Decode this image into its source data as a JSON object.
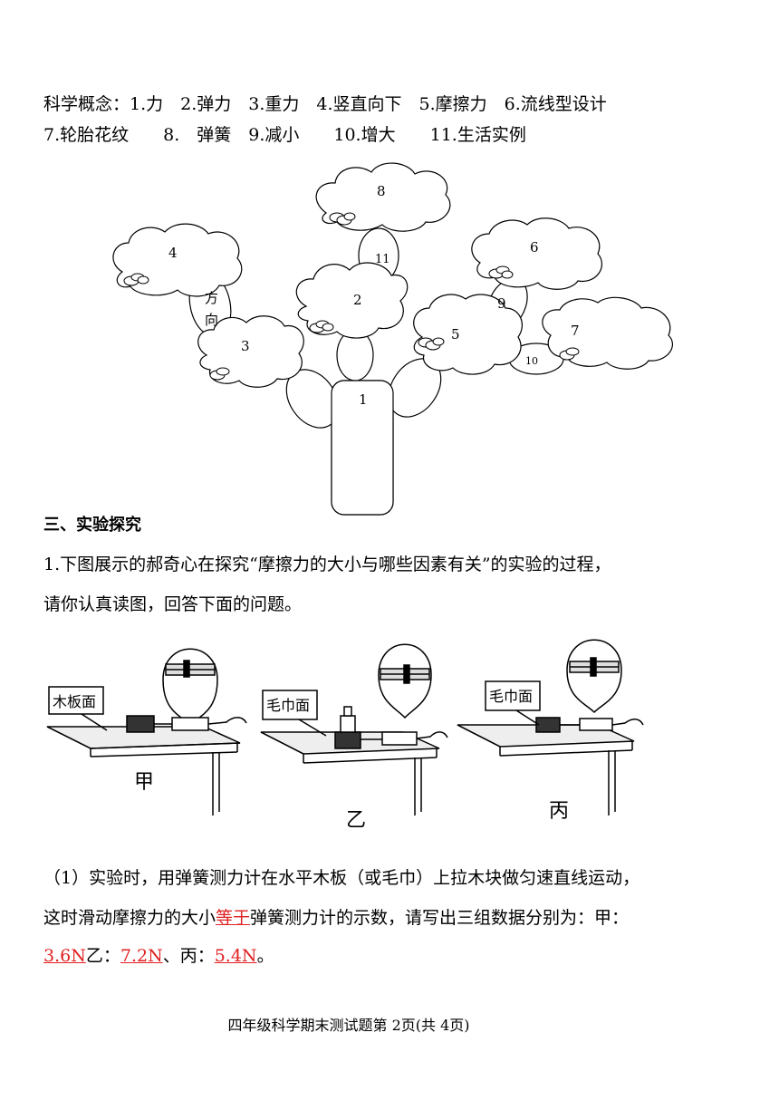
{
  "concepts": {
    "line1": "科学概念：1.力　2.弹力　3.重力　4.竖直向下　5.摩擦力　6.流线型设计",
    "line2": "7.轮胎花纹　　8.　弹簧　9.减小　　10.增大　　11.生活实例"
  },
  "tree": {
    "trunk": "1",
    "cloud2": "2",
    "cloud3": "3",
    "cloud4": "4",
    "cloud5": "5",
    "cloud6": "6",
    "cloud7": "7",
    "cloud8": "8",
    "link9": "9",
    "link10": "10",
    "link11": "11",
    "fangxiang_1": "方",
    "fangxiang_2": "向"
  },
  "section3": {
    "title": "三、实验探究",
    "q1_line1": "1.下图展示的郝奇心在探究“摩擦力的大小与哪些因素有关”的实验的过程，",
    "q1_line2": "请你认真读图，回答下面的问题。"
  },
  "figures": {
    "jia_surface": "木板面",
    "yi_surface": "毛巾面",
    "bing_surface": "毛巾面",
    "jia": "甲",
    "yi": "乙",
    "bing": "丙"
  },
  "answer": {
    "l1": "（1）实验时，用弹簧测力计在水平木板（或毛巾）上拉木块做匀速直线运动，",
    "l2_pre": "这时滑动摩擦力的大小",
    "l2_ans": "等于",
    "l2_post": "弹簧测力计的示数，请写出三组数据分别为：甲：",
    "jia_val": "3.6N",
    "yi_label": "乙：",
    "yi_val": "7.2N",
    "sep": "、丙：",
    "bing_val": "5.4N",
    "end": "。"
  },
  "footer": "四年级科学期末测试题第 2页(共 4页)"
}
